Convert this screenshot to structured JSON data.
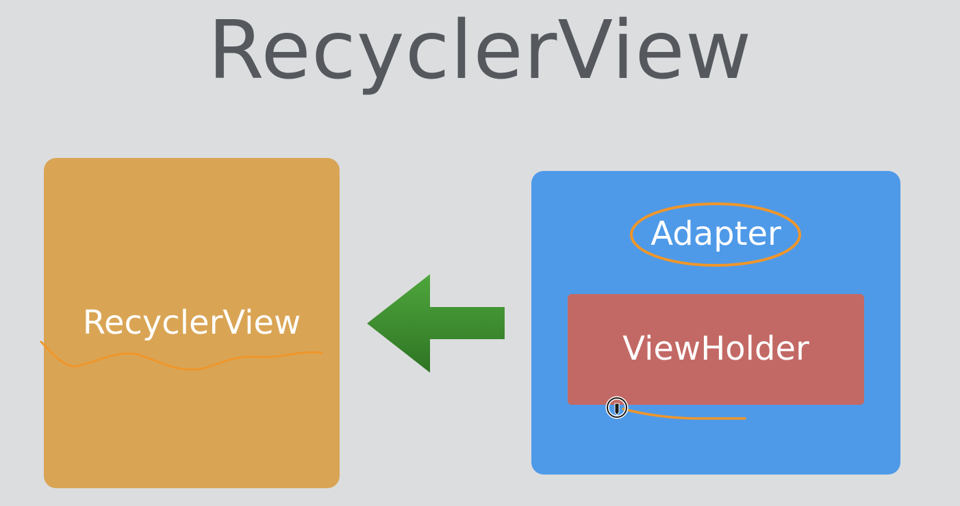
{
  "title": "RecyclerView",
  "nodes": {
    "recycler_view": {
      "label": "RecyclerView",
      "color": "#d9a555"
    },
    "adapter": {
      "label": "Adapter",
      "color": "#4f9ae8"
    },
    "view_holder": {
      "label": "ViewHolder",
      "color": "#c36965"
    }
  },
  "edges": [
    {
      "from": "adapter",
      "to": "recycler_view",
      "color": "#3d8a2c"
    }
  ],
  "annotations": {
    "highlight_color": "#f0962a"
  },
  "icons": {
    "cursor": "pen-cursor-icon",
    "arrow": "arrow-left-icon"
  }
}
